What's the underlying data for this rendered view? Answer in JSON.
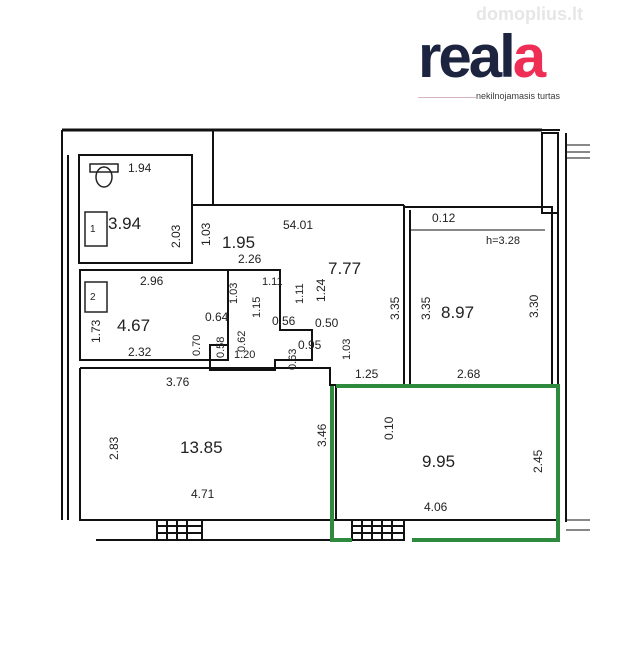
{
  "watermark": "domoplius.lt",
  "logo": {
    "text_main": "real",
    "text_accent": "a",
    "subtitle": "nekilnojamasis turtas",
    "colors": {
      "main": "#1c2440",
      "accent": "#ef2e55"
    }
  },
  "highlight_color": "#2e8b3e",
  "rooms": {
    "wc_area": "3.94",
    "hall_area": "1.95",
    "closet_area": "4.67",
    "corridor_area": "7.77",
    "bedroom_area": "8.97",
    "living_area": "13.85",
    "kitchen_area": "9.95",
    "wc_closet_1": "1",
    "wc_closet_2": "2"
  },
  "dimensions": {
    "d_1_94": "1.94",
    "d_2_03": "2.03",
    "d_1_03_a": "1.03",
    "d_4_01": "54.01",
    "d_0_12": "0.12",
    "d_h_3_28": "h=3.28",
    "d_2_26": "2.26",
    "d_2_96": "2.96",
    "d_1_11_a": "1.11",
    "d_1_11_b": "1.11",
    "d_1_24": "1.24",
    "d_1_03_b": "1.03",
    "d_1_15": "1.15",
    "d_1_73": "1.73",
    "d_0_64": "0.64",
    "d_0_56": "0.56",
    "d_0_50": "0.50",
    "d_0_70": "0.70",
    "d_0_58": "0.58",
    "d_0_62": "0.62",
    "d_2_32": "2.32",
    "d_1_20": "1.20",
    "d_0_63": "0.63",
    "d_0_95": "0.95",
    "d_1_03_c": "1.03",
    "d_3_35_a": "3.35",
    "d_3_35_b": "3.35",
    "d_3_30": "3.30",
    "d_1_25": "1.25",
    "d_2_68": "2.68",
    "d_3_76": "3.76",
    "d_0_10": "0.10",
    "d_2_83": "2.83",
    "d_3_46": "3.46",
    "d_2_45": "2.45",
    "d_4_71": "4.71",
    "d_4_06": "4.06"
  }
}
